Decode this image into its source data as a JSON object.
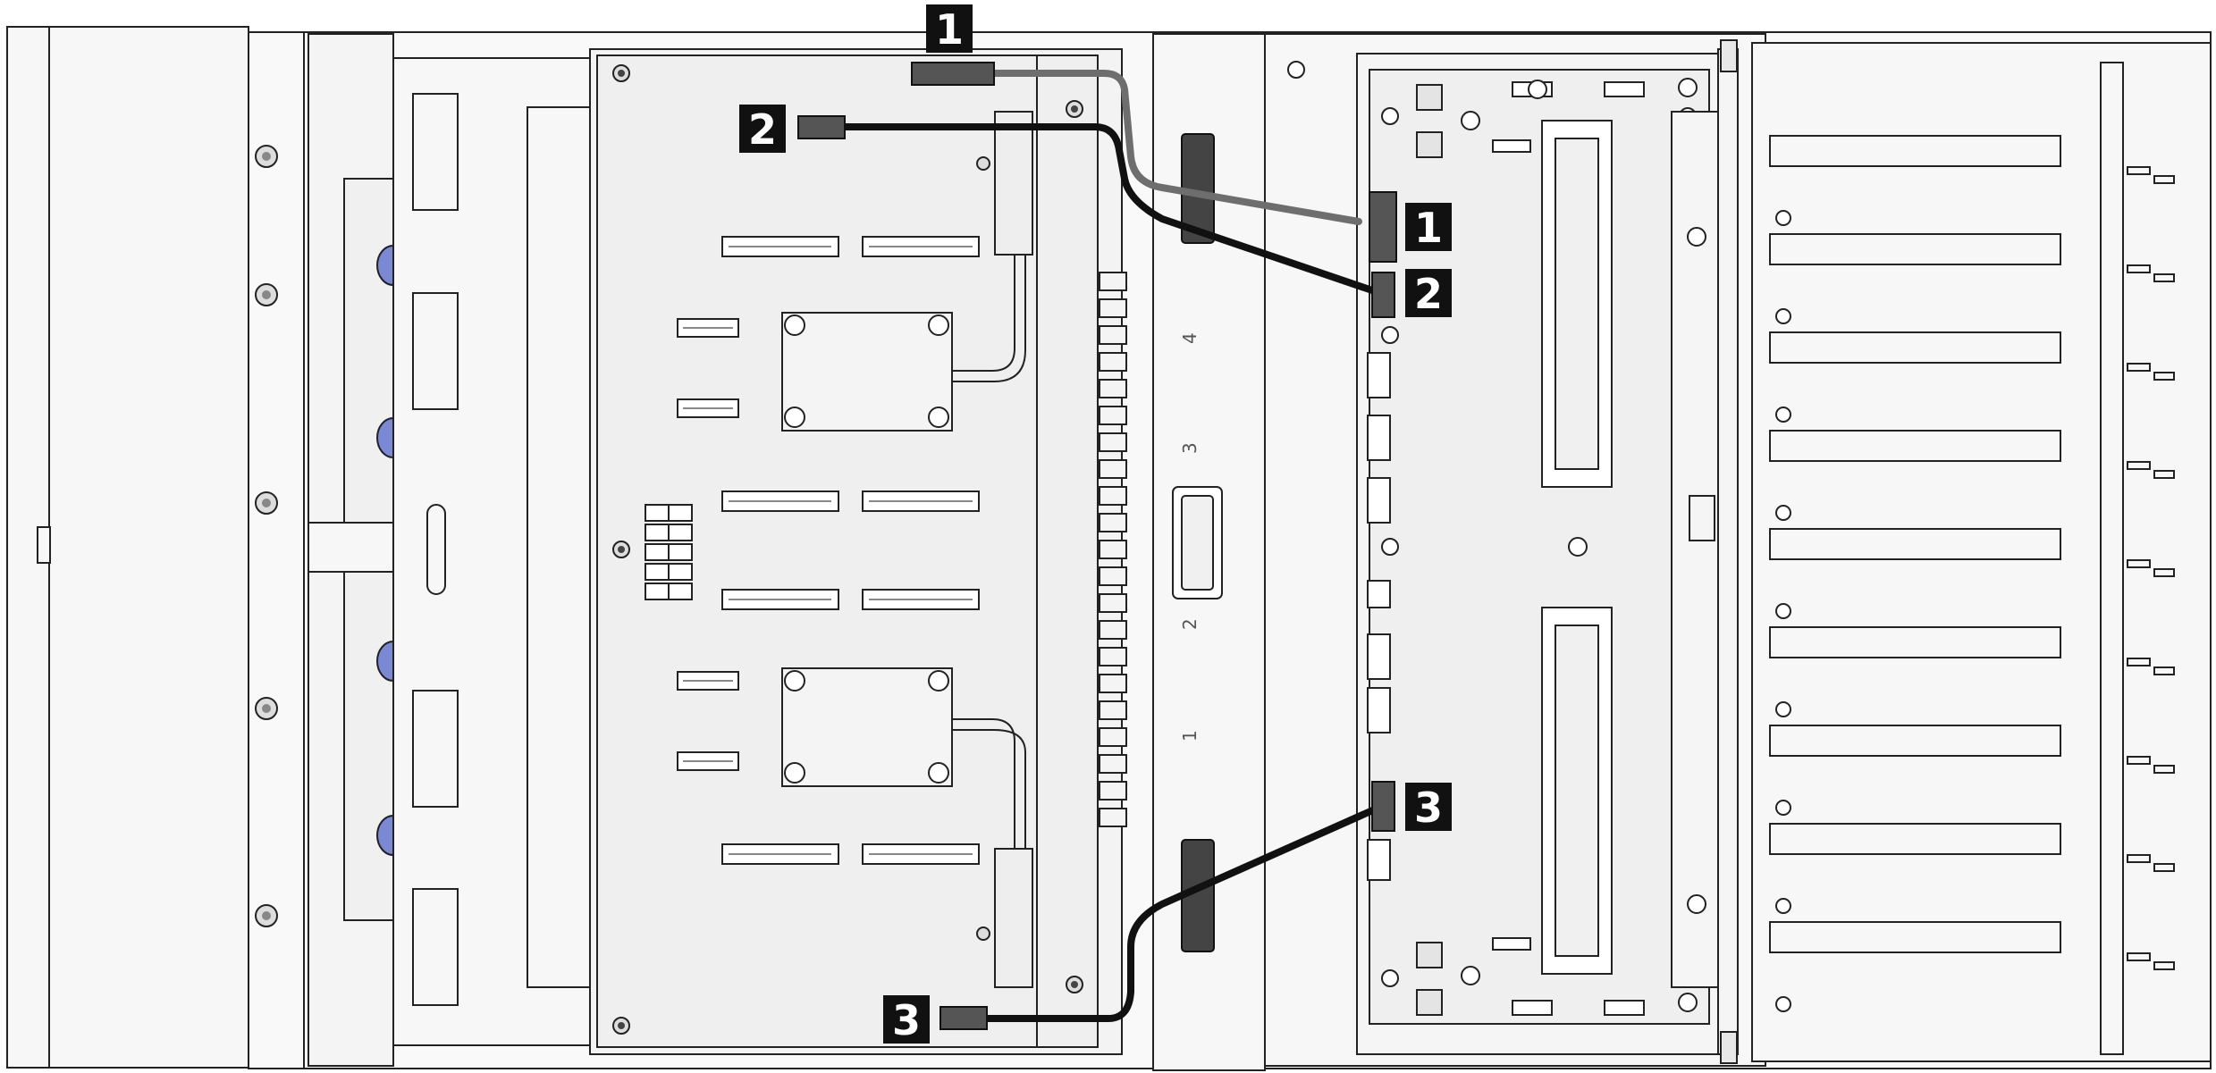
{
  "diagram": {
    "colors": {
      "line": "#222222",
      "chassis": "#f7f7f7",
      "board": "#efefef",
      "cable_gray": "#6e6e6e",
      "cable_black": "#111111",
      "connector": "#555555",
      "badge": "#111111",
      "fan_blue": "#7b88d4"
    },
    "cables": [
      {
        "label": "1",
        "color_key": "cable_gray"
      },
      {
        "label": "2",
        "color_key": "cable_black"
      },
      {
        "label": "3",
        "color_key": "cable_black"
      }
    ],
    "slot_numbers": [
      "4",
      "3",
      "2",
      "1"
    ],
    "icons": [
      "screw-icon",
      "fan-icon"
    ]
  }
}
